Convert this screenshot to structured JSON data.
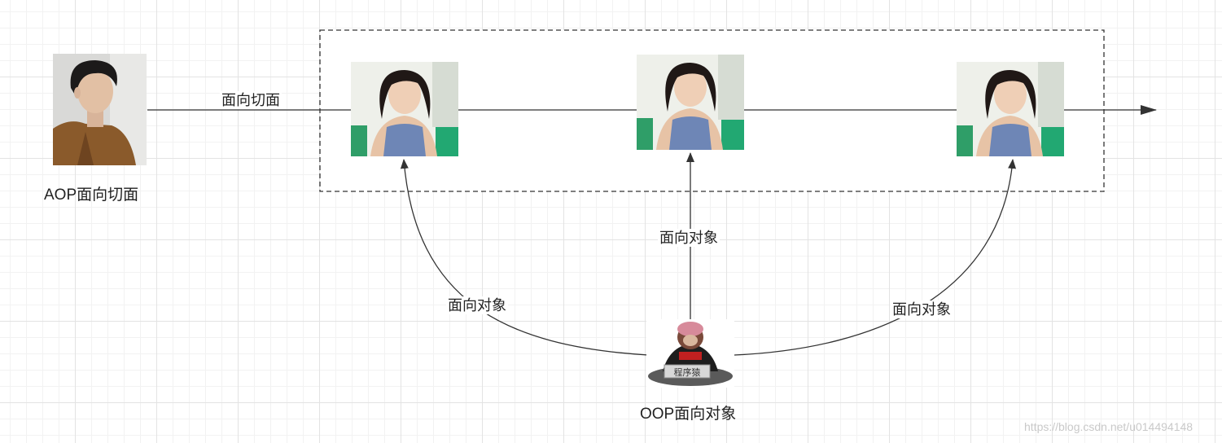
{
  "nodes": {
    "aop": {
      "caption": "AOP面向切面"
    },
    "oop": {
      "caption": "OOP面向对象"
    }
  },
  "edges": {
    "aspect_label": "面向切面",
    "object_label_left": "面向对象",
    "object_label_center": "面向对象",
    "object_label_right": "面向对象"
  },
  "watermark": "https://blog.csdn.net/u014494148",
  "colors": {
    "line": "#333333",
    "dashed_box": "#333333"
  },
  "icons": {
    "aop_photo": "man-photo",
    "object_photo": "woman-photo",
    "oop_photo": "monkey-programmer-photo"
  }
}
